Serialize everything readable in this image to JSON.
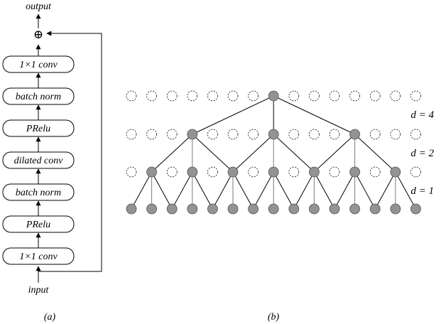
{
  "panel_a": {
    "output_label": "output",
    "input_label": "input",
    "adder_symbol": "⊕",
    "caption": "(a)",
    "layers": [
      "1×1 conv",
      "batch norm",
      "PRelu",
      "dilated conv",
      "batch norm",
      "PRelu",
      "1×1 conv"
    ]
  },
  "panel_b": {
    "caption": "(b)",
    "dilation_labels": [
      "d = 4",
      "d = 2",
      "d = 1"
    ],
    "nodes_per_row": 15,
    "rows": [
      {
        "filled": [
          8
        ]
      },
      {
        "filled": [
          4,
          8,
          12
        ]
      },
      {
        "filled": [
          2,
          4,
          6,
          8,
          10,
          12,
          14
        ]
      },
      {
        "filled": [
          1,
          2,
          3,
          4,
          5,
          6,
          7,
          8,
          9,
          10,
          11,
          12,
          13,
          14,
          15
        ]
      }
    ]
  },
  "colors": {
    "filled_node": "#939393",
    "line": "#000000"
  }
}
